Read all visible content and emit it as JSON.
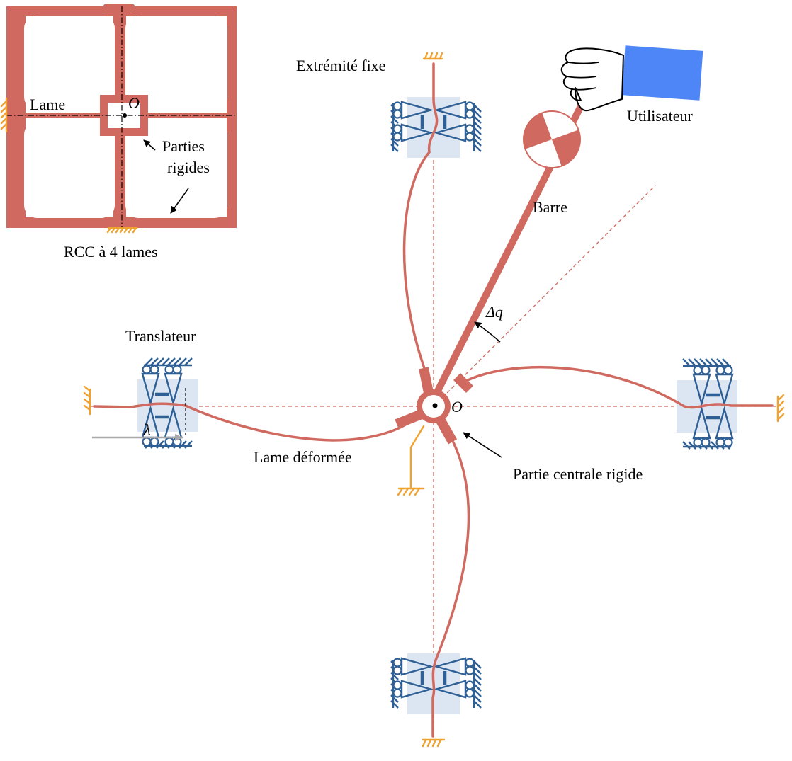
{
  "labels": {
    "extremite_fixe": "Extrémité fixe",
    "utilisateur": "Utilisateur",
    "barre": "Barre",
    "delta_q": "Δq",
    "translateur": "Translateur",
    "lame_deformee": "Lame déformée",
    "lambda": "λ",
    "partie_centrale_rigide": "Partie centrale rigide",
    "center_O": "O",
    "inset_lame": "Lame",
    "inset_O": "O",
    "inset_parties": "Parties",
    "inset_rigides": "rigides",
    "inset_caption": "RCC à 4 lames"
  },
  "colors": {
    "blade": "#D0695F",
    "ground": "#F0A22F",
    "translator": "#2E5F95",
    "translator_bg": "#DCE6F2",
    "hand_sleeve": "#4F86F7",
    "lambda_arrow": "#A8A8A8"
  },
  "icons": {
    "hand": "pointing-hand-icon",
    "balance": "center-of-mass-icon",
    "ground": "fixed-support-hatch-icon",
    "translator": "translator-mechanism-icon"
  }
}
